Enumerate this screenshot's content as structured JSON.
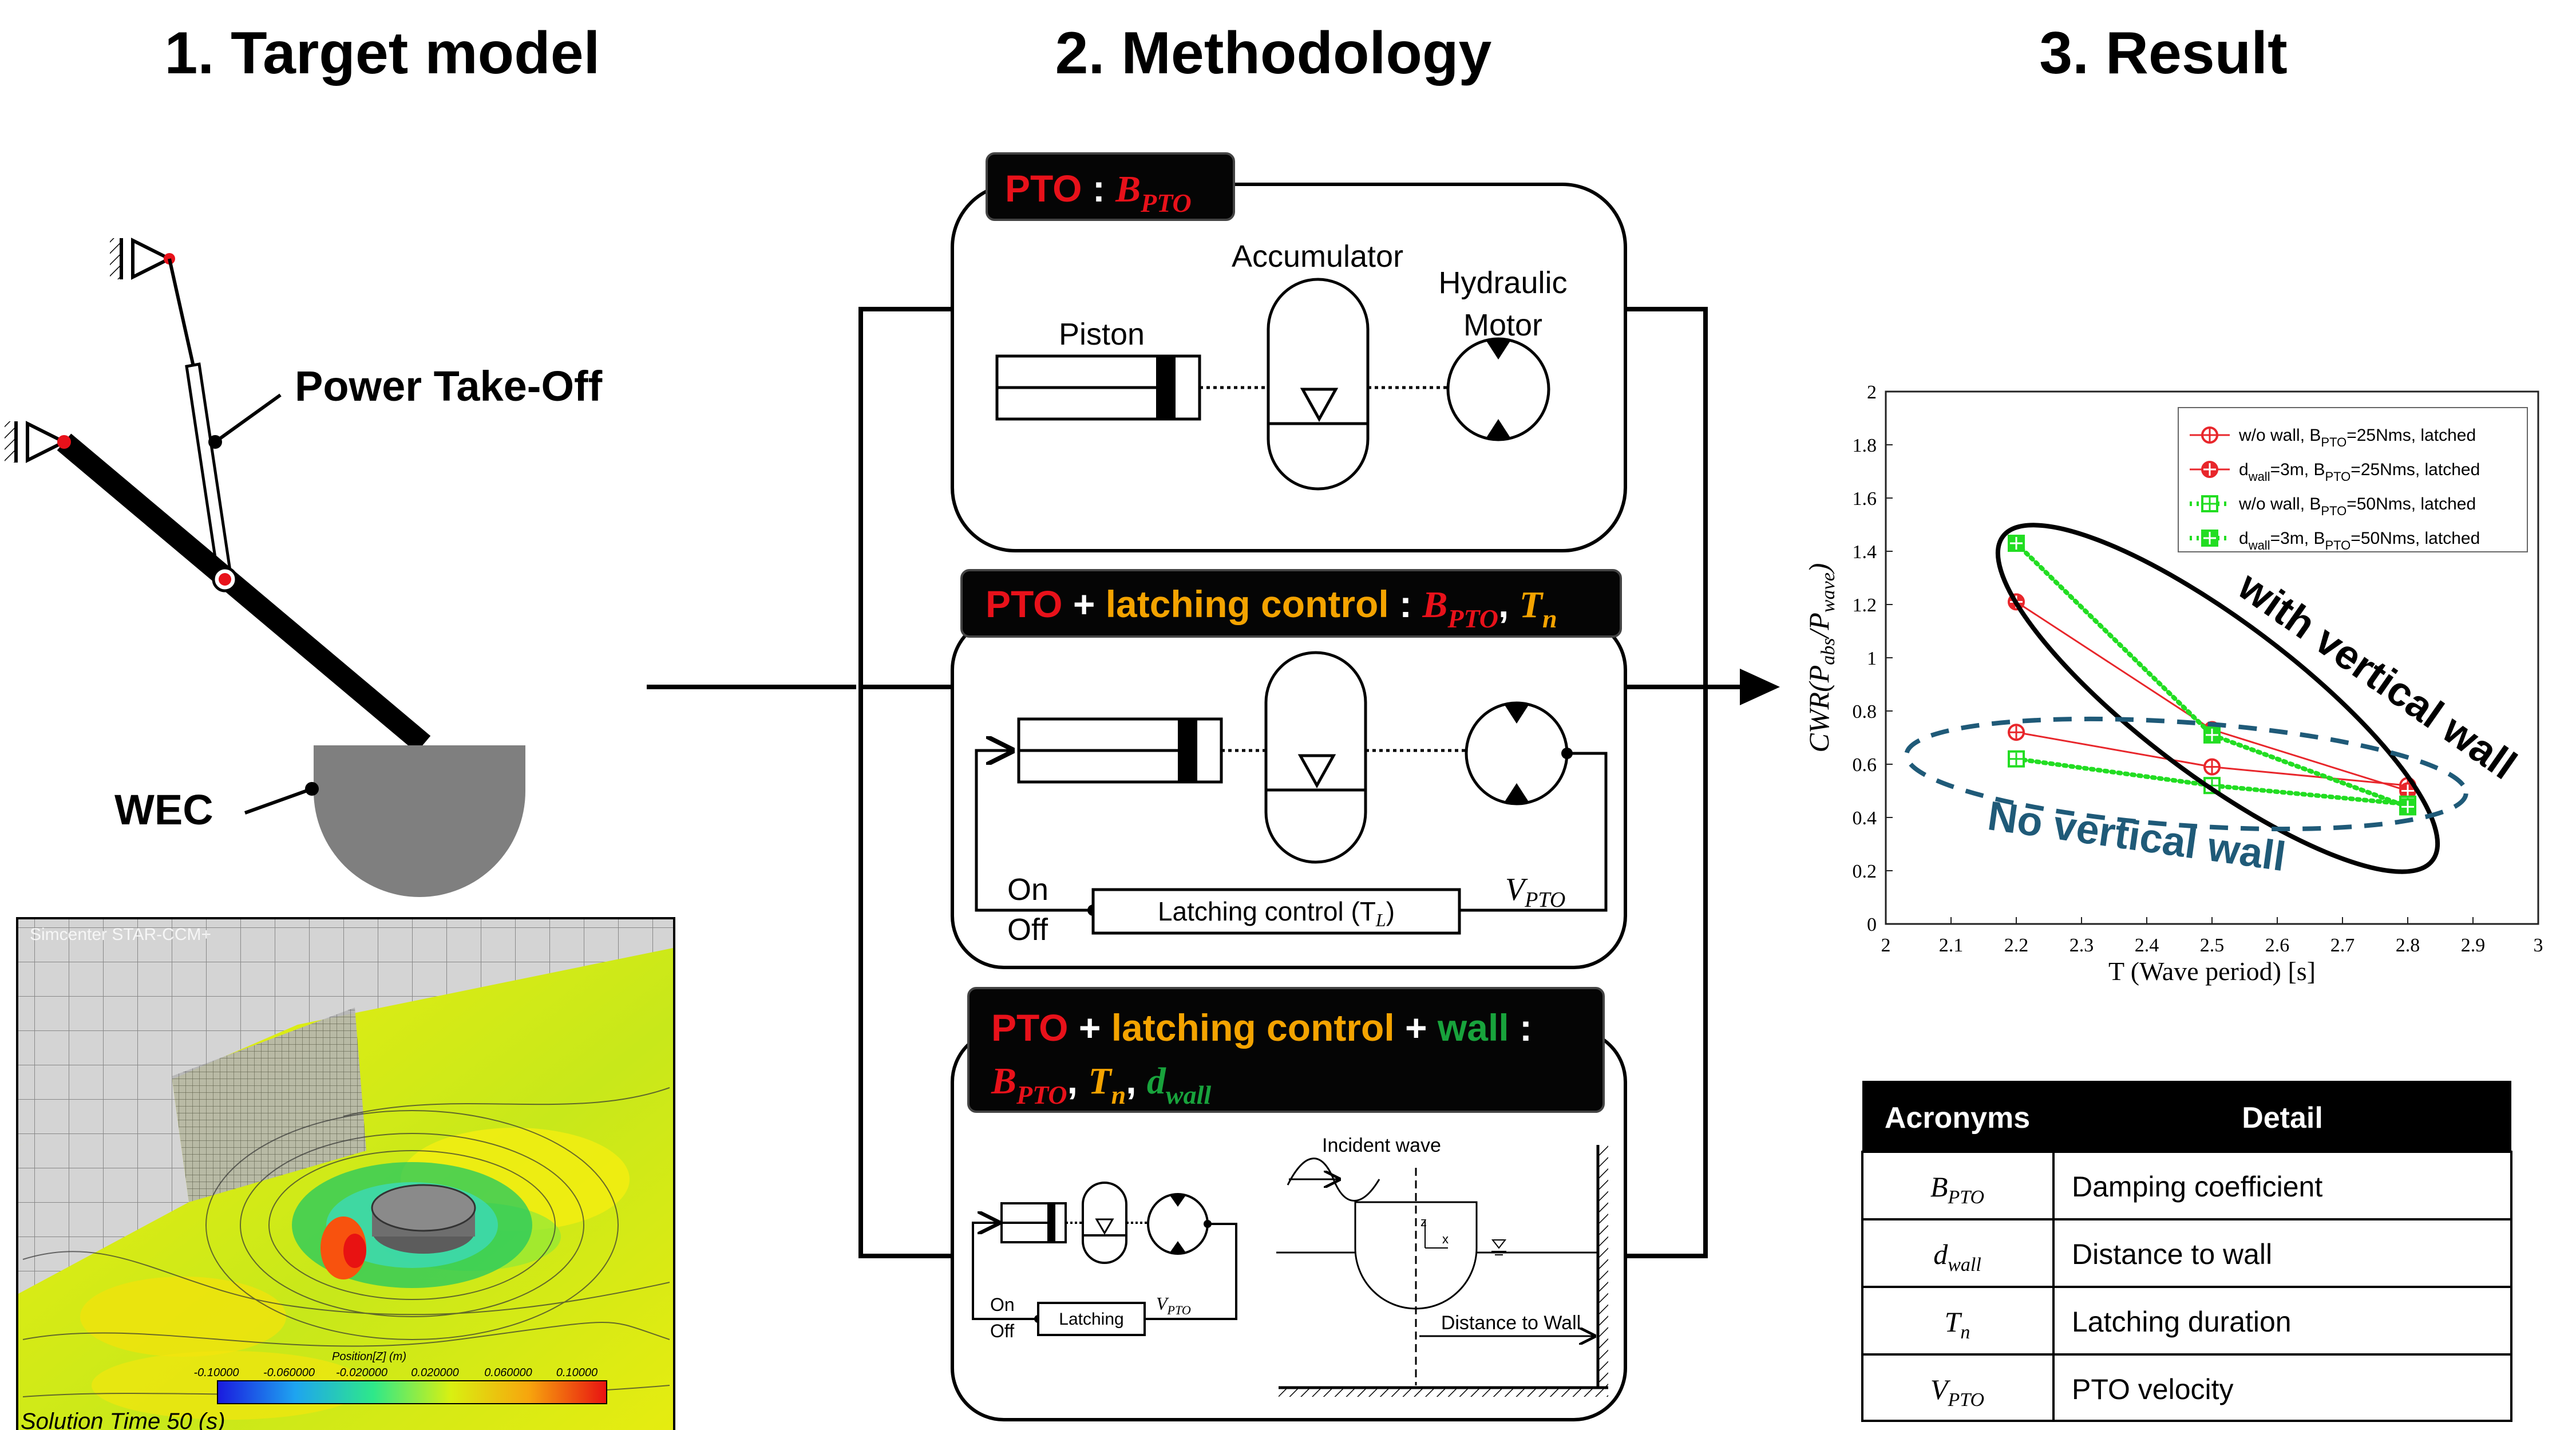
{
  "sections": {
    "target": "1. Target model",
    "methodology": "2. Methodology",
    "result": "3. Result"
  },
  "target": {
    "pto_label": "Power Take-Off",
    "wec_label": "WEC",
    "sim_watermark": "Simcenter STAR-CCM+",
    "colorbar_title": "Position[Z] (m)",
    "colorbar_ticks": [
      "-0.10000",
      "-0.060000",
      "-0.020000",
      "0.020000",
      "0.060000",
      "0.10000"
    ],
    "solution_time": "Solution Time 50 (s)"
  },
  "methodology": {
    "box1": {
      "tag_pto": "PTO",
      "tag_colon": " : ",
      "tag_b": "B",
      "tag_b_sub": "PTO",
      "accumulator": "Accumulator",
      "hydraulic": "Hydraulic",
      "motor": "Motor",
      "piston": "Piston"
    },
    "box2": {
      "tag_pto": "PTO",
      "tag_plus": " + ",
      "tag_latch": "latching control",
      "tag_colon": " : ",
      "tag_b": "B",
      "tag_b_sub": "PTO",
      "tag_comma": ", ",
      "tag_t": "T",
      "tag_t_sub": "n",
      "on": "On",
      "off": "Off",
      "latching": "Latching  control (T",
      "latching_sub": "L",
      "latching_end": ")",
      "v": "V",
      "v_sub": "PTO"
    },
    "box3": {
      "tag_pto": "PTO",
      "tag_plus1": " + ",
      "tag_latch": "latching control",
      "tag_plus2": " + ",
      "tag_wall": "wall",
      "tag_colon": " :",
      "tag_b": "B",
      "tag_b_sub": "PTO",
      "tag_comma1": ", ",
      "tag_t": "T",
      "tag_t_sub": "n",
      "tag_comma2": ", ",
      "tag_d": "d",
      "tag_d_sub": "wall",
      "on": "On",
      "off": "Off",
      "latching": "Latching",
      "v": "V",
      "v_sub": "PTO",
      "incident": "Incident wave",
      "axis_z": "z",
      "axis_x": "x",
      "distance": "Distance to Wall"
    }
  },
  "chart_data": {
    "type": "line",
    "xlabel": "T (Wave period) [s]",
    "ylabel": "CWR(P_abs/P_wave)",
    "ylabel_main": "CWR(P",
    "ylabel_sub1": "abs",
    "ylabel_mid": "/P",
    "ylabel_sub2": "wave",
    "ylabel_end": ")",
    "xlim": [
      2,
      3
    ],
    "ylim": [
      0,
      2
    ],
    "xticks": [
      2,
      2.1,
      2.2,
      2.3,
      2.4,
      2.5,
      2.6,
      2.7,
      2.8,
      2.9,
      3
    ],
    "yticks": [
      0,
      0.2,
      0.4,
      0.6,
      0.8,
      1,
      1.2,
      1.4,
      1.6,
      1.8,
      2
    ],
    "grid": false,
    "legend_position": "top-right",
    "series": [
      {
        "name": "w/o wall, B_PTO=25Nms, latched",
        "legend_parts": [
          "w/o wall, B",
          "PTO",
          "=25Nms, latched"
        ],
        "color": "#e8262b",
        "style": "solid",
        "marker": "circle-open",
        "x": [
          2.2,
          2.5,
          2.8
        ],
        "y": [
          0.72,
          0.59,
          0.52
        ]
      },
      {
        "name": "d_wall=3m, B_PTO=25Nms, latched",
        "legend_parts": [
          "d",
          "wall",
          "=3m, B",
          "PTO",
          "=25Nms, latched"
        ],
        "color": "#e8262b",
        "style": "solid",
        "marker": "circle-filled",
        "x": [
          2.2,
          2.5,
          2.8
        ],
        "y": [
          1.21,
          0.73,
          0.5
        ]
      },
      {
        "name": "w/o wall, B_PTO=50Nms, latched",
        "legend_parts": [
          "w/o wall, B",
          "PTO",
          "=50Nms, latched"
        ],
        "color": "#22dd22",
        "style": "dotted",
        "marker": "square-open",
        "x": [
          2.2,
          2.5,
          2.8
        ],
        "y": [
          0.62,
          0.52,
          0.45
        ]
      },
      {
        "name": "d_wall=3m, B_PTO=50Nms, latched",
        "legend_parts": [
          "d",
          "wall",
          "=3m, B",
          "PTO",
          "=50Nms, latched"
        ],
        "color": "#22dd22",
        "style": "dotted",
        "marker": "square-filled",
        "x": [
          2.2,
          2.5,
          2.8
        ],
        "y": [
          1.43,
          0.71,
          0.44
        ]
      }
    ],
    "annotations": {
      "with_wall": "with vertical wall",
      "no_wall": "No vertical wall"
    }
  },
  "table": {
    "headers": [
      "Acronyms",
      "Detail"
    ],
    "rows": [
      {
        "sym": "B",
        "sub": "PTO",
        "detail": "Damping coefficient"
      },
      {
        "sym": "d",
        "sub": "wall",
        "detail": "Distance to wall"
      },
      {
        "sym": "T",
        "sub": "n",
        "detail": "Latching duration"
      },
      {
        "sym": "V",
        "sub": "PTO",
        "detail": "PTO velocity"
      }
    ]
  },
  "colors": {
    "red": "#e8111a",
    "orange": "#f4a300",
    "green": "#18a33c",
    "navy": "#1f5a78",
    "tag_bg": "#050505"
  }
}
